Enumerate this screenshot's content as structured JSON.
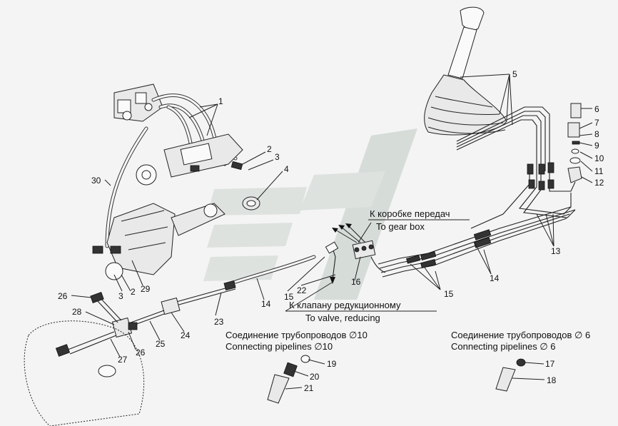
{
  "callouts": [
    {
      "id": "c1",
      "text": "1"
    },
    {
      "id": "c2a",
      "text": "2"
    },
    {
      "id": "c3a",
      "text": "3"
    },
    {
      "id": "c4",
      "text": "4"
    },
    {
      "id": "c5",
      "text": "5"
    },
    {
      "id": "c6",
      "text": "6"
    },
    {
      "id": "c7",
      "text": "7"
    },
    {
      "id": "c8",
      "text": "8"
    },
    {
      "id": "c9",
      "text": "9"
    },
    {
      "id": "c10",
      "text": "10"
    },
    {
      "id": "c11",
      "text": "11"
    },
    {
      "id": "c12",
      "text": "12"
    },
    {
      "id": "c13",
      "text": "13"
    },
    {
      "id": "c14a",
      "text": "14"
    },
    {
      "id": "c14b",
      "text": "14"
    },
    {
      "id": "c15a",
      "text": "15"
    },
    {
      "id": "c15b",
      "text": "15"
    },
    {
      "id": "c16",
      "text": "16"
    },
    {
      "id": "c17",
      "text": "17"
    },
    {
      "id": "c18",
      "text": "18"
    },
    {
      "id": "c19",
      "text": "19"
    },
    {
      "id": "c20",
      "text": "20"
    },
    {
      "id": "c21",
      "text": "21"
    },
    {
      "id": "c22",
      "text": "22"
    },
    {
      "id": "c23",
      "text": "23"
    },
    {
      "id": "c24",
      "text": "24"
    },
    {
      "id": "c25",
      "text": "25"
    },
    {
      "id": "c26a",
      "text": "26"
    },
    {
      "id": "c26b",
      "text": "26"
    },
    {
      "id": "c27",
      "text": "27"
    },
    {
      "id": "c28",
      "text": "28"
    },
    {
      "id": "c29",
      "text": "29"
    },
    {
      "id": "c30",
      "text": "30"
    },
    {
      "id": "c2b",
      "text": "2"
    },
    {
      "id": "c3b",
      "text": "3"
    }
  ],
  "captions": {
    "gearbox_ru": "К коробке передач",
    "gearbox_en": "To gear box",
    "valve_ru": "К клапану редукционному",
    "valve_en": "To valve, reducing",
    "conn10_ru": "Соединение трубопроводов",
    "conn10_en": "Connecting pipelines",
    "conn10_size": "10",
    "conn6_ru": "Соединение трубопроводов",
    "conn6_en": "Connecting pipelines",
    "conn6_size": "6",
    "diameter_symbol": "∅"
  }
}
